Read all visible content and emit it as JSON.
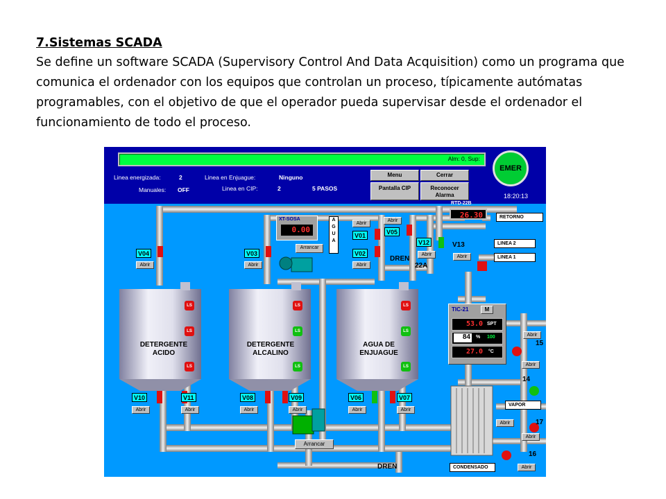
{
  "slide": {
    "title": "7.Sistemas SCADA",
    "body": "Se define un software SCADA (Supervisory Control And Data Acquisition) como un programa que comunica el ordenador con los equipos que controlan un proceso, típicamente autómatas programables, con el objetivo de que el operador pueda supervisar desde el ordenador el funcionamiento de todo el proceso."
  },
  "header": {
    "alarm_text": "Alm:   0,  Sup:",
    "linea_energizada_label": "Linea energizada:",
    "linea_energizada_value": "2",
    "manuales_label": "Manuales:",
    "manuales_value": "OFF",
    "linea_enjuague_label": "Linea en Enjuague:",
    "linea_enjuague_value": "Ninguno",
    "linea_cip_label": "Linea en CIP:",
    "linea_cip_value": "2",
    "pasos": "5 PASOS",
    "menu_btn": "Menu",
    "cerrar_btn": "Cerrar",
    "pantalla_cip_btn": "Pantalla CIP",
    "reconocer_alarma_btn": "Reconocer Alarma",
    "emer_btn": "EMER",
    "time": "18:20:13"
  },
  "process": {
    "xt_sosa_label": "XT-SOSA",
    "xt_sosa_value": "0.00",
    "agua_letters": [
      "A",
      "G",
      "U",
      "A"
    ],
    "arrancar_top": "Arrancar",
    "arrancar_bottom": "Arrancar",
    "rtd_label": "RTD-22B",
    "rtd_value": "26.30",
    "retorno": "RETORNO",
    "linea2": "LINEA 2",
    "linea1": "LINEA 1",
    "vapor": "VAPOR",
    "condensado": "CONDENSADO",
    "dren_mid": "DREN",
    "dren_bottom": "DREN",
    "label_22a": "22A",
    "v13": "V13",
    "label_14": "14",
    "label_15": "15",
    "label_16": "16",
    "label_17": "17",
    "abrir": "Abrir",
    "ls": "LS",
    "tank1": "DETERGENTE ACIDO",
    "tank2": "DETERGENTE ALCALINO",
    "tank3": "AGUA DE ENJUAGUE",
    "valves": {
      "v04": "V04",
      "v03": "V03",
      "v01": "V01",
      "v02": "V02",
      "v05": "V05",
      "v12": "V12",
      "v10": "V10",
      "v11": "V11",
      "v08": "V08",
      "v09": "V09",
      "v06": "V06",
      "v07": "V07"
    },
    "tic": {
      "label": "TIC-21",
      "mode": "M",
      "spt_value": "53.0",
      "spt_label": "SPT",
      "out_value": "84",
      "out_unit": "%",
      "out_max": "100",
      "pv_value": "27.0",
      "pv_unit": "°C"
    }
  },
  "colors": {
    "background": "#0099ff",
    "header": "#0000a8",
    "alarm_bar": "#00ff40",
    "pipe": "#c8c8c8",
    "valve_red": "#e01010",
    "valve_green": "#10c010"
  }
}
